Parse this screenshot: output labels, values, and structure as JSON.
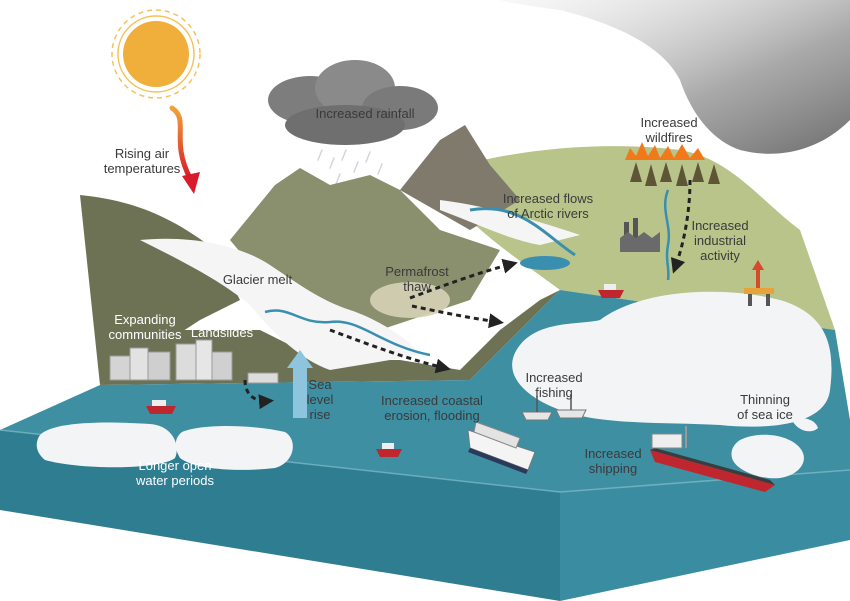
{
  "labels": {
    "rising_air_temperatures": "Rising air\ntemperatures",
    "increased_rainfall": "Increased rainfall",
    "increased_wildfires": "Increased\nwildfires",
    "increased_flows_arctic_rivers": "Increased flows\nof Arctic rivers",
    "increased_industrial_activity": "Increased\nindustrial\nactivity",
    "glacier_melt": "Glacier melt",
    "permafrost_thaw": "Permafrost\nthaw",
    "expanding_communities": "Expanding\ncommunities",
    "landslides": "Landslides",
    "sea_level_rise": "Sea\nlevel\nrise",
    "increased_coastal_erosion_flooding": "Increased coastal\nerosion, flooding",
    "increased_fishing": "Increased\nfishing",
    "thinning_of_sea_ice": "Thinning\nof sea ice",
    "increased_shipping": "Increased\nshipping",
    "longer_open_water_periods": "Longer open\nwater periods"
  },
  "colors": {
    "sky": "#ffffff",
    "sun": "#f0ae3a",
    "sun_ring": "#f4c25a",
    "ocean_surface": "#3f8fa3",
    "ocean_side": "#3a8da0",
    "ocean_front": "#2f7d90",
    "mountain": "#8a8f6d",
    "mountain_dark": "#6d7255",
    "mountain_rock": "#7f7a6c",
    "land_green": "#b9c48a",
    "snow": "#f4f5f4",
    "ice": "#f2f4f6",
    "river": "#3a8fb0",
    "smoke": "#8c8c8c",
    "fire": "#f07a1a",
    "warm_arrow_start": "#f2a23a",
    "warm_arrow_end": "#d81b2a",
    "sea_level_arrow": "#8ec4de"
  }
}
